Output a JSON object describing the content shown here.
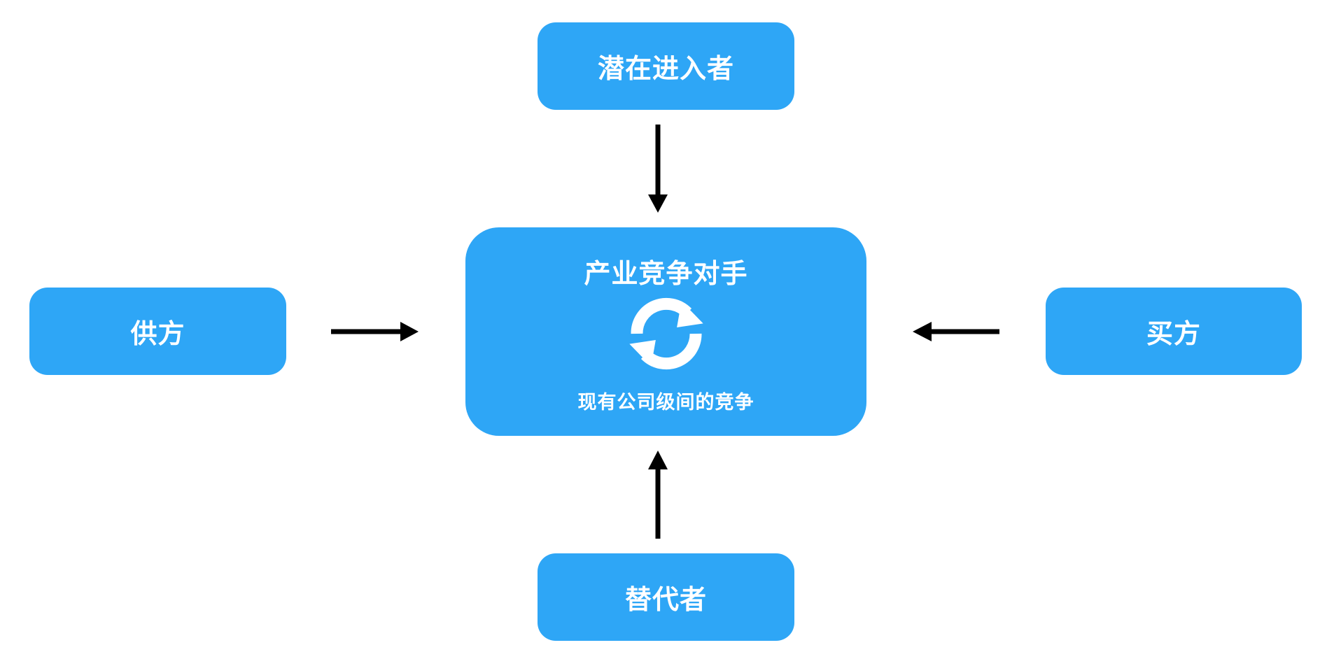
{
  "diagram": {
    "nodes": {
      "top": {
        "label": "潜在进入者"
      },
      "left": {
        "label": "供方"
      },
      "right": {
        "label": "买方"
      },
      "bottom": {
        "label": "替代者"
      },
      "center": {
        "title": "产业竞争对手",
        "subtitle": "现有公司级间的竞争",
        "icon": "cycle-icon"
      }
    },
    "edges": [
      {
        "from": "top",
        "to": "center"
      },
      {
        "from": "left",
        "to": "center"
      },
      {
        "from": "right",
        "to": "center"
      },
      {
        "from": "bottom",
        "to": "center"
      }
    ],
    "colors": {
      "node_fill": "#2ea6f6",
      "node_text": "#ffffff",
      "arrow": "#000000",
      "background": "#ffffff"
    }
  }
}
